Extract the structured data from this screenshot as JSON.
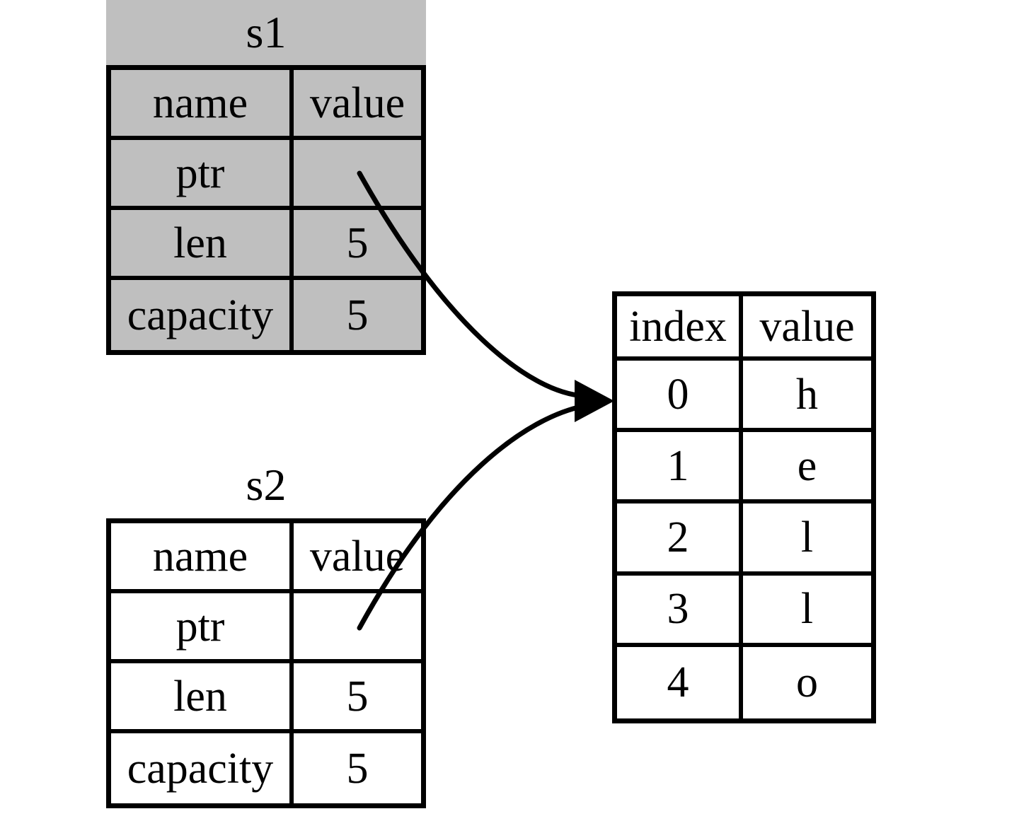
{
  "colors": {
    "background": "#ffffff",
    "highlight": "#bfbfbf",
    "border": "#000000",
    "text": "#000000"
  },
  "stack_tables": {
    "s1": {
      "title": "s1",
      "columns": [
        "name",
        "value"
      ],
      "rows": [
        {
          "name": "ptr",
          "value": ""
        },
        {
          "name": "len",
          "value": "5"
        },
        {
          "name": "capacity",
          "value": "5"
        }
      ]
    },
    "s2": {
      "title": "s2",
      "columns": [
        "name",
        "value"
      ],
      "rows": [
        {
          "name": "ptr",
          "value": ""
        },
        {
          "name": "len",
          "value": "5"
        },
        {
          "name": "capacity",
          "value": "5"
        }
      ]
    }
  },
  "heap_table": {
    "columns": [
      "index",
      "value"
    ],
    "rows": [
      {
        "index": "0",
        "value": "h"
      },
      {
        "index": "1",
        "value": "e"
      },
      {
        "index": "2",
        "value": "l"
      },
      {
        "index": "3",
        "value": "l"
      },
      {
        "index": "4",
        "value": "o"
      }
    ]
  }
}
